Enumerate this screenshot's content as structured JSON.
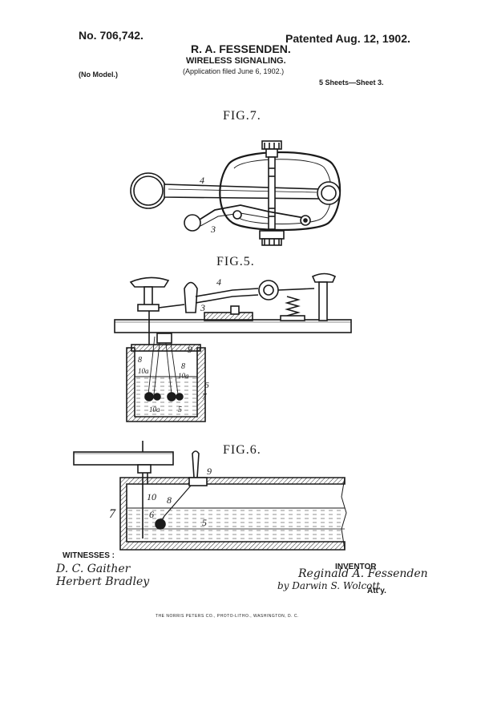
{
  "header": {
    "patent_no": "No. 706,742.",
    "patented": "Patented Aug. 12, 1902.",
    "inventor": "R. A. FESSENDEN.",
    "title": "WIRELESS SIGNALING.",
    "application": "(Application filed June 6, 1902.)",
    "model": "(No Model.)",
    "sheets": "5 Sheets—Sheet 3."
  },
  "figures": {
    "fig7": {
      "label": "FIG.7.",
      "refs": [
        "4",
        "3"
      ]
    },
    "fig5": {
      "label": "FIG.5.",
      "refs": [
        "4",
        "3",
        "8",
        "9",
        "10a",
        "8",
        "10a",
        "6",
        "7",
        "10a",
        "5"
      ]
    },
    "fig6": {
      "label": "FIG.6.",
      "refs": [
        "9",
        "8",
        "10",
        "7",
        "6",
        "5"
      ]
    }
  },
  "footer": {
    "witnesses_label": "WITNESSES :",
    "witness_1": "D. C. Gaither",
    "witness_2": "Herbert Bradley",
    "inventor_label": "INVENTOR",
    "inventor_signature": "Reginald A. Fessenden",
    "attorney_signature": "by Darwin S. Wolcott",
    "atty": "Att'y.",
    "printer": "THE NORRIS PETERS CO., PHOTO-LITHO., WASHINGTON, D. C."
  }
}
